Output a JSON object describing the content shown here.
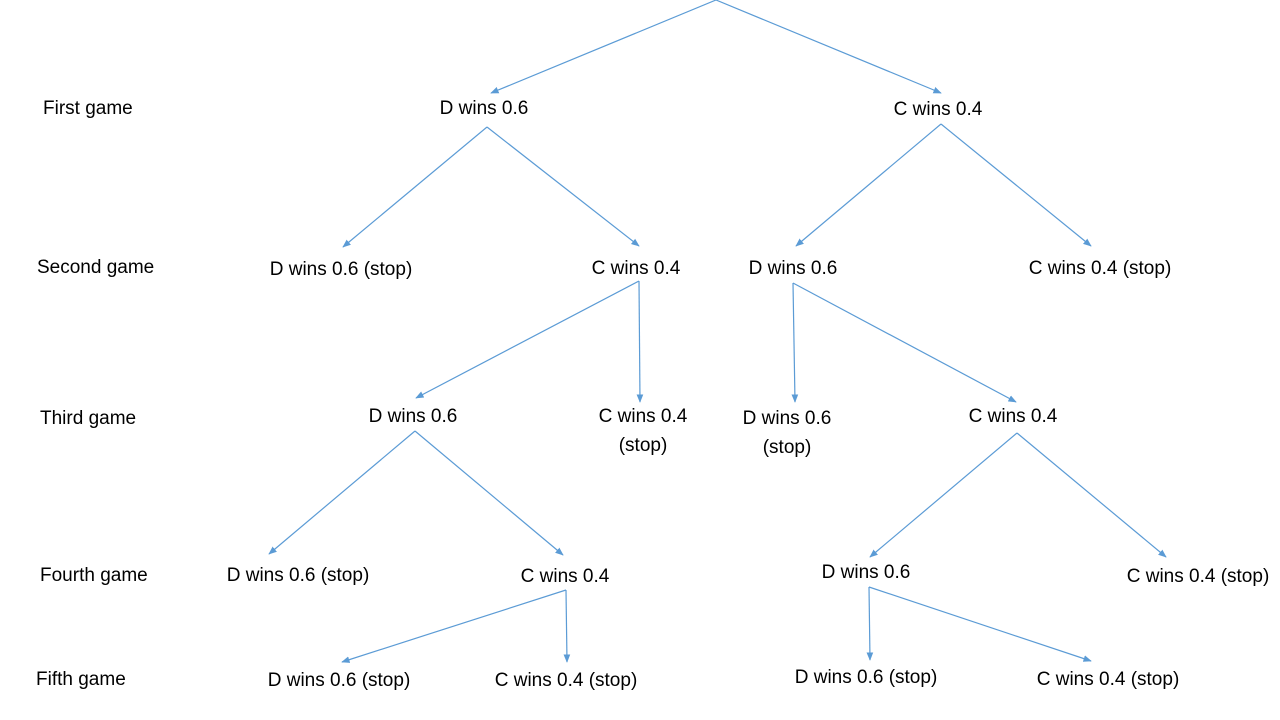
{
  "colors": {
    "edge": "#5b9bd5",
    "text": "#000000",
    "background": "#ffffff"
  },
  "rows": {
    "first": "First game",
    "second": "Second game",
    "third": "Third game",
    "fourth": "Fourth game",
    "fifth": "Fifth game"
  },
  "nodes": {
    "g1_d": "D wins 0.6",
    "g1_c": "C wins 0.4",
    "g2_dd": "D wins 0.6 (stop)",
    "g2_dc": "C wins 0.4",
    "g2_cd": "D wins 0.6",
    "g2_cc": "C wins 0.4 (stop)",
    "g3_dcd": "D wins 0.6",
    "g3_dcc_1": "C wins 0.4",
    "g3_dcc_2": "(stop)",
    "g3_cdd_1": "D wins 0.6",
    "g3_cdd_2": "(stop)",
    "g3_cdc": "C wins 0.4",
    "g4_dcdd": "D wins 0.6 (stop)",
    "g4_dcdc": "C wins 0.4",
    "g4_cdcd": "D wins 0.6",
    "g4_cdcc": "C wins 0.4 (stop)",
    "g5_dcdcd": "D wins 0.6 (stop)",
    "g5_dcdcc": "C wins 0.4 (stop)",
    "g5_cdcdd": "D wins 0.6 (stop)",
    "g5_cdcdc": "C wins 0.4 (stop)"
  }
}
